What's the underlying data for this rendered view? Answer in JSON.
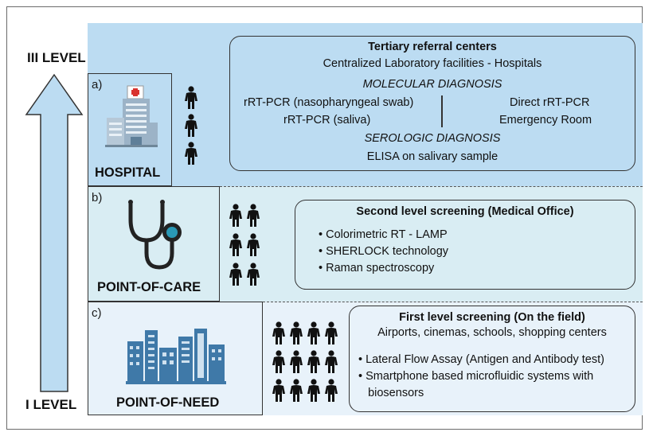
{
  "levels": {
    "top": "III LEVEL",
    "bottom": "I LEVEL"
  },
  "tiers": {
    "a": {
      "letter": "a)",
      "caption": "HOSPITAL",
      "box_title": "Tertiary referral centers",
      "box_subtitle": "Centralized Laboratory facilities   -   Hospitals",
      "molecular_heading": "MOLECULAR DIAGNOSIS",
      "left_items": [
        "rRT-PCR (nasopharyngeal swab)",
        "rRT-PCR (saliva)"
      ],
      "right_items": [
        "Direct rRT-PCR",
        "Emergency Room"
      ],
      "serologic_heading": "SEROLOGIC DIAGNOSIS",
      "serologic_item": "ELISA on salivary sample"
    },
    "b": {
      "letter": "b)",
      "caption": "POINT-OF-CARE",
      "box_title": "Second level screening (Medical Office)",
      "items": [
        "• Colorimetric  RT - LAMP",
        "• SHERLOCK technology",
        "• Raman spectroscopy"
      ]
    },
    "c": {
      "letter": "c)",
      "caption": "POINT-OF-NEED",
      "box_title": "First level screening  (On the field)",
      "box_subtitle": "Airports, cinemas, schools, shopping centers",
      "items": [
        "• Lateral Flow Assay (Antigen and Antibody test)",
        "• Smartphone based  microfluidic systems with",
        "   biosensors"
      ]
    }
  },
  "icons": {
    "arrow": "up-arrow-icon",
    "hospital": "hospital-building-icon",
    "stethoscope": "stethoscope-icon",
    "city": "city-buildings-icon",
    "person": "person-icon"
  },
  "colors": {
    "tier_a": "#bcdcf2",
    "tier_b": "#d9edf3",
    "tier_c": "#e8f2fa",
    "arrow_fill": "#bcdcf2",
    "building_blue": "#3f79a8"
  }
}
